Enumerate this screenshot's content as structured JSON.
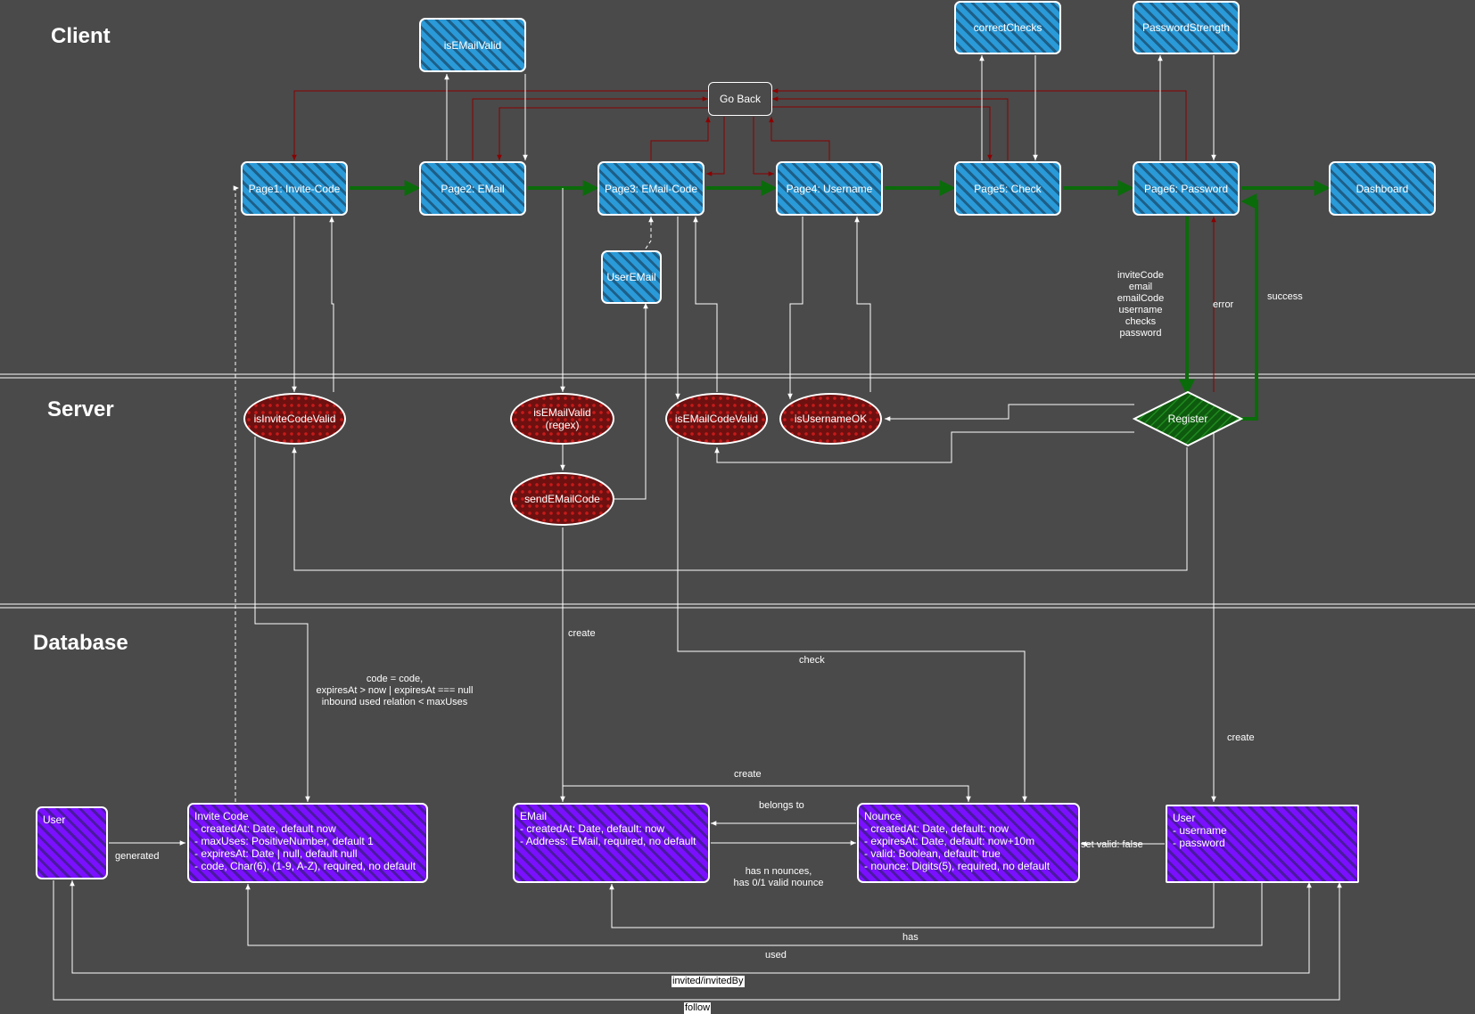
{
  "lanes": {
    "client": "Client",
    "server": "Server",
    "database": "Database"
  },
  "client": {
    "pages": [
      "Page1: Invite-Code",
      "Page2: EMail",
      "Page3: EMail-Code",
      "Page4: Username",
      "Page5: Check",
      "Page6: Password",
      "Dashboard"
    ],
    "checks": {
      "email_valid": "isEMailValid",
      "correct_checks": "correctChecks",
      "password_strength": "PasswordStrength"
    },
    "go_back": "Go Back",
    "user_email": "UserEMail",
    "register_payload": [
      "inviteCode",
      "email",
      "emailCode",
      "username",
      "checks",
      "password"
    ],
    "error_label": "error",
    "success_label": "success"
  },
  "server": {
    "is_invite_code_valid": "isInviteCodeValid",
    "is_email_valid": [
      "isEMailValid",
      "(regex)"
    ],
    "send_email_code": "sendEMailCode",
    "is_email_code_valid": "isEMailCodeValid",
    "is_username_ok": "isUsernameOK",
    "register": "Register"
  },
  "database": {
    "user_left": {
      "title": "User"
    },
    "invite_code": {
      "title": "Invite Code",
      "fields": [
        "- createdAt: Date, default now",
        "- maxUses: PositiveNumber, default 1",
        "- expiresAt: Date | null, default null",
        "- code, Char(6), (1-9, A-Z), required, no default"
      ]
    },
    "email": {
      "title": "EMail",
      "fields": [
        "- createdAt: Date, default: now",
        "- Address: EMail, required, no default"
      ]
    },
    "nounce": {
      "title": "Nounce",
      "fields": [
        "- createdAt: Date, default: now",
        "- expiresAt: Date, default: now+10m",
        "- valid: Boolean, default: true",
        "- nounce: Digits(5), required, no default"
      ]
    },
    "user_right": {
      "title": "User",
      "fields": [
        "- username",
        "- password"
      ]
    }
  },
  "edge_labels": {
    "generated": "generated",
    "invite_query": [
      "code = code,",
      "expiresAt > now | expiresAt === null",
      "inbound used relation < maxUses"
    ],
    "create_email": "create",
    "check": "check",
    "create_nounce": "create",
    "belongs_to": "belongs to",
    "has_nounces": [
      "has n nounces,",
      "has 0/1 valid nounce"
    ],
    "set_valid_false": "set valid: false",
    "create_user": "create",
    "has": "has",
    "used": "used",
    "invited_by": "invited/invitedBy",
    "follow": "follow"
  },
  "colors": {
    "background": "#4a4a4a",
    "client_node": "#2a9ad8",
    "server_node": "#b01515",
    "db_node": "#7a10ff",
    "flow": "#0a6b0a",
    "back_arrow": "#8b0000",
    "line": "#ffffff"
  }
}
